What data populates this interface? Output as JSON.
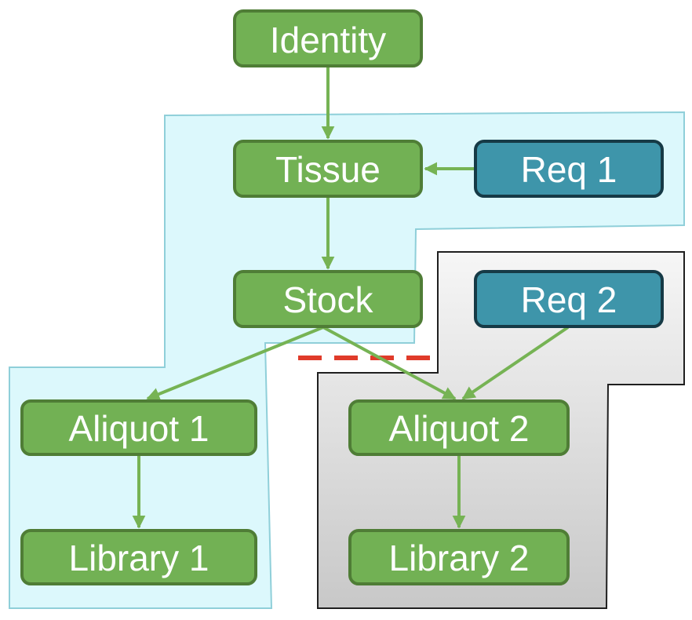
{
  "colors": {
    "green_fill": "#72b154",
    "green_stroke": "#4f7d36",
    "teal_fill": "#3e95aa",
    "teal_stroke": "#163a46",
    "arrow": "#76b354",
    "region_cyan_fill": "#dcf8fc",
    "region_cyan_stroke": "#8fcfd9",
    "region_gray_stroke": "#1f1f1f",
    "region_gray_top": "#f6f6f6",
    "region_gray_bottom": "#c8c8c8",
    "dash_red": "#e03b2a"
  },
  "nodes": {
    "identity": "Identity",
    "tissue": "Tissue",
    "req1": "Req 1",
    "stock": "Stock",
    "req2": "Req 2",
    "aliquot1": "Aliquot 1",
    "aliquot2": "Aliquot 2",
    "library1": "Library 1",
    "library2": "Library 2"
  },
  "edges": [
    {
      "from": "identity",
      "to": "tissue"
    },
    {
      "from": "req1",
      "to": "tissue"
    },
    {
      "from": "tissue",
      "to": "stock"
    },
    {
      "from": "stock",
      "to": "aliquot1"
    },
    {
      "from": "stock",
      "to": "aliquot2"
    },
    {
      "from": "req2",
      "to": "aliquot2"
    },
    {
      "from": "aliquot1",
      "to": "library1"
    },
    {
      "from": "aliquot2",
      "to": "library2"
    }
  ]
}
